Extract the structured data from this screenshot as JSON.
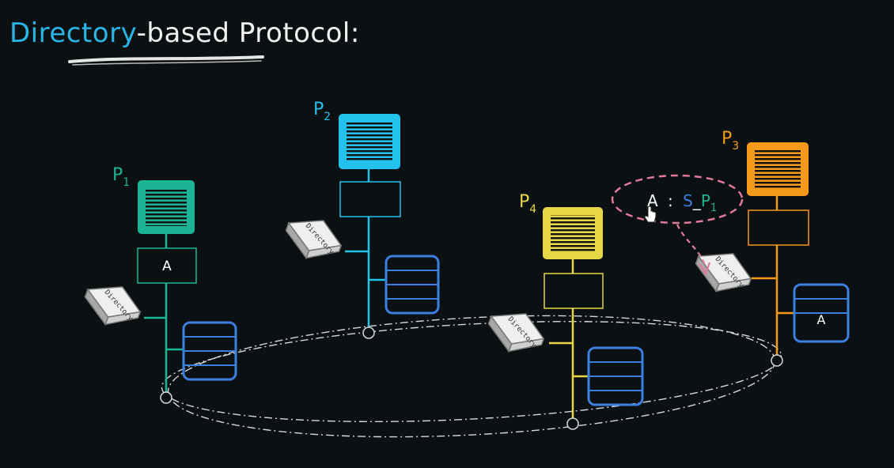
{
  "title": {
    "highlight": "Directory",
    "rest": "-based Protocol:"
  },
  "colors": {
    "background": "#0b1012",
    "p1": "#1bb596",
    "p2": "#22c2ec",
    "p3": "#f59a1b",
    "p4": "#e8d848",
    "memory": "#3d7fe0",
    "annotation": "#e07a9a"
  },
  "processors": [
    {
      "id": "P1",
      "letter": "P",
      "sub": "1",
      "cache_value": "A"
    },
    {
      "id": "P2",
      "letter": "P",
      "sub": "2",
      "cache_value": ""
    },
    {
      "id": "P3",
      "letter": "P",
      "sub": "3",
      "cache_value": ""
    },
    {
      "id": "P4",
      "letter": "P",
      "sub": "4",
      "cache_value": ""
    }
  ],
  "directory_label": "Directory",
  "memory_p3_value": "A",
  "annotation": {
    "block": "A",
    "separator": ":",
    "state": "S",
    "dash": "_",
    "owner_letter": "P",
    "owner_sub": "1"
  },
  "icons": [
    "directory-book-icon",
    "hand-cursor-icon"
  ]
}
